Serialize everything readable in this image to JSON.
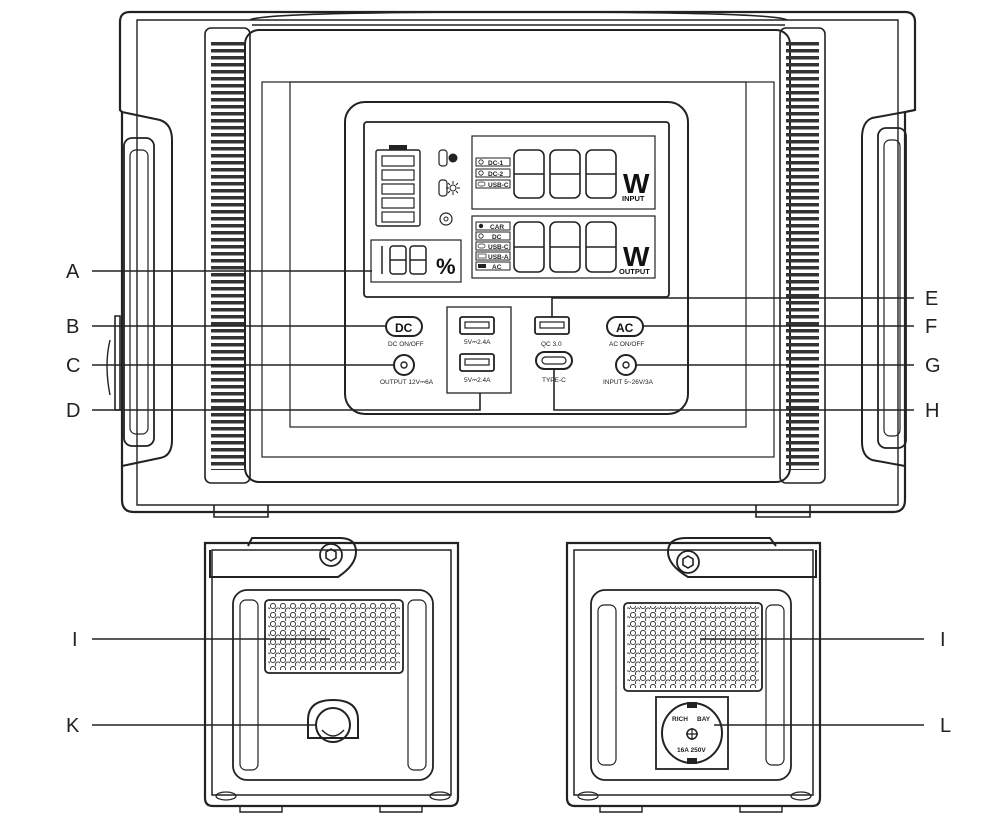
{
  "callouts": {
    "A": "A",
    "B": "B",
    "C": "C",
    "D": "D",
    "E": "E",
    "F": "F",
    "G": "G",
    "H": "H",
    "I_left": "I",
    "I_right": "I",
    "K": "K",
    "L": "L"
  },
  "display": {
    "input_sources": [
      "DC-1",
      "DC-2",
      "USB-C"
    ],
    "output_sources": [
      "CAR",
      "DC",
      "USB-C",
      "USB-A",
      "AC"
    ],
    "unit_w": "W",
    "input_label": "INPUT",
    "output_label": "OUTPUT",
    "percent_sign": "%"
  },
  "panel": {
    "dc_button": "DC",
    "dc_caption": "DC ON/OFF",
    "ac_button": "AC",
    "ac_caption": "AC ON/OFF",
    "dc_output_caption": "OUTPUT 12V⎓6A",
    "usb_top_caption": "5V⎓2.4A",
    "usb_bottom_caption": "5V⎓2.4A",
    "qc_caption": "QC 3.0",
    "typec_caption": "TYPE-C",
    "input_caption": "INPUT 5~26V/3A"
  },
  "socket": {
    "left_text": "RICH",
    "right_text": "BAY",
    "rating": "16A 250V"
  }
}
